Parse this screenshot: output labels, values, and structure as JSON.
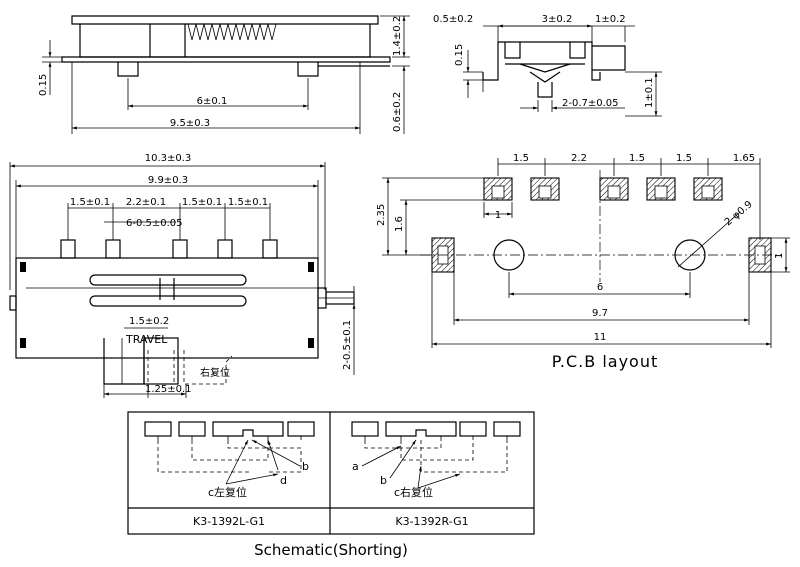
{
  "side_view": {
    "top_right_h": "1.4±0.2",
    "left_thk": "0.15",
    "pin_pitch": "6±0.1",
    "body_len": "9.5±0.3",
    "pin_h": "0.6±0.2"
  },
  "end_view": {
    "left_gap": "0.5±0.2",
    "width": "3±0.2",
    "right_w": "1±0.2",
    "thk": "0.15",
    "height": "1±0.1",
    "lever": "2-0.7±0.05"
  },
  "top_view": {
    "overall": "10.3±0.3",
    "body": "9.9±0.3",
    "p1": "1.5±0.1",
    "p2": "2.2±0.1",
    "p3": "1.5±0.1",
    "p4": "1.5±0.1",
    "pin_w": "6-0.5±0.05",
    "travel_dim": "1.5±0.2",
    "travel_label": "TRAVEL",
    "right_dim": "2-0.5±0.1",
    "bottom_dim": "1.25±0.1",
    "return_label": "右复位"
  },
  "pcb": {
    "d1": "1.5",
    "d2": "2.2",
    "d3": "1.5",
    "d4": "1.5",
    "d5": "1.65",
    "h1": "2.35",
    "h2": "1.6",
    "pad_w": "1",
    "hole": "2-φ0.9",
    "right_h": "1",
    "span1": "6",
    "span2": "9.7",
    "span3": "11",
    "title": "P.C.B layout"
  },
  "schematic": {
    "left_a": "c左复位",
    "left_d": "d",
    "left_b": "b",
    "right_a": "a",
    "right_b": "b",
    "right_c": "c右复位",
    "left_part": "K3-1392L-G1",
    "right_part": "K3-1392R-G1",
    "title": "Schematic(Shorting)"
  }
}
